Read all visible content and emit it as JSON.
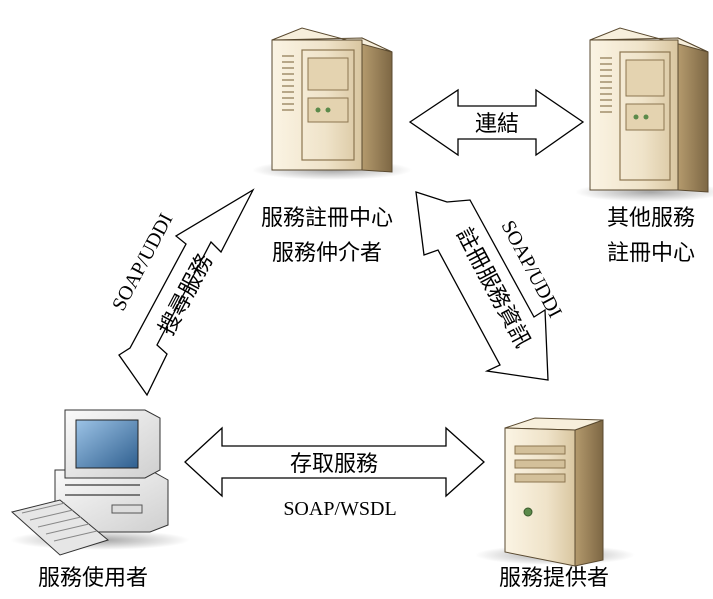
{
  "nodes": {
    "registry": {
      "line1": "服務註冊中心",
      "line2": "服務仲介者"
    },
    "other_registry": {
      "line1": "其他服務",
      "line2": "註冊中心"
    },
    "consumer": {
      "label": "服務使用者"
    },
    "provider": {
      "label": "服務提供者"
    }
  },
  "edges": {
    "link": {
      "label": "連結"
    },
    "find": {
      "protocol": "SOAP/UDDI",
      "action": "搜尋服務"
    },
    "publish": {
      "protocol": "SOAP/UDDI",
      "action": "註冊服務資訊"
    },
    "access": {
      "action": "存取服務",
      "protocol": "SOAP/WSDL"
    }
  },
  "icons": {
    "registry": "server-tower-icon",
    "other_registry": "server-tower-icon",
    "consumer": "desktop-computer-icon",
    "provider": "server-icon"
  },
  "colors": {
    "server_body": "#efe3c9",
    "server_shade": "#b49a6d",
    "server_dark": "#6e5b3c",
    "pc_body": "#f2f2f2",
    "pc_shade": "#8a8a8a",
    "screen": "#3a6ea0"
  }
}
